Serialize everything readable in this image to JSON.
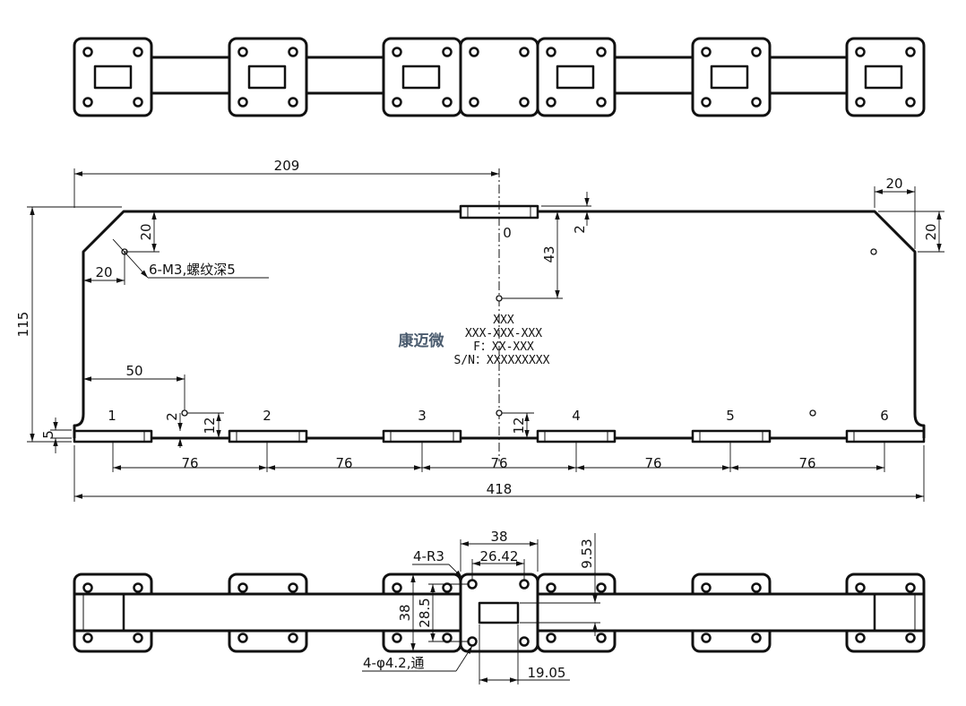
{
  "main_view": {
    "overall_length": "418",
    "origin_offset": "209",
    "height": "115",
    "chamfer_width": "20",
    "chamfer_height": "20",
    "right_chamfer_width": "20",
    "right_chamfer_height": "20",
    "flange_step": "2",
    "origin_label": "0",
    "hole_from_top": "43",
    "hole_offset_x": "50",
    "port_step": "2",
    "port_hole_height": "12",
    "port_hole_height_right": "12",
    "base_thickness": "5",
    "spacing": [
      "76",
      "76",
      "76",
      "76",
      "76"
    ],
    "port_labels": [
      "1",
      "2",
      "3",
      "4",
      "5",
      "6"
    ],
    "thread_note": "6-M3,螺纹深5"
  },
  "nameplate": {
    "logo": "康迈微",
    "line1": "XXX",
    "line2": "XXX-XXX-XXX",
    "line3": "F：XX-XXX",
    "line4": "S/N：XXXXXXXXX"
  },
  "bottom_view": {
    "flange_size": "38",
    "flange_size_v": "38",
    "hole_spacing_h": "26.42",
    "hole_spacing_v": "28.5",
    "aperture_height": "9.53",
    "aperture_width": "19.05",
    "corner_radius_note": "4-R3",
    "hole_note": "4-φ4.2,通"
  }
}
